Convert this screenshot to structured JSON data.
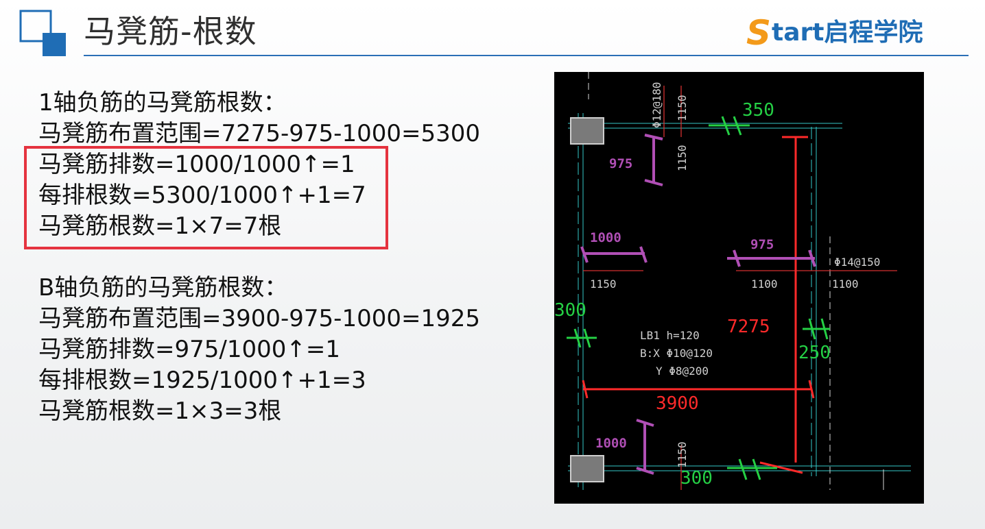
{
  "header": {
    "title": "马凳筋-根数",
    "brand_s": "S",
    "brand_rest": "tart启程学院"
  },
  "colors": {
    "brand_blue": "#1f6db5",
    "brand_orange": "#f39a1a",
    "highlight_red": "#e5333f",
    "dim_red": "#ff2a2a",
    "dim_green": "#25d045",
    "dim_purple": "#b04fb5"
  },
  "section1": {
    "heading": "1轴负筋的马凳筋根数：",
    "range": "马凳筋布置范围=7275-975-1000=5300",
    "rows": "马凳筋排数=1000/1000↑=1",
    "per_row": "每排根数=5300/1000↑+1=7",
    "total": "马凳筋根数=1×7=7根"
  },
  "section2": {
    "heading": "B轴负筋的马凳筋根数：",
    "range": "马凳筋布置范围=3900-975-1000=1925",
    "rows": "马凳筋排数=975/1000↑=1",
    "per_row": "每排根数=1925/1000↑+1=3",
    "total": "马凳筋根数=1×3=3根"
  },
  "drawing": {
    "rebar_top_label": "Φ12@180",
    "dim_1150_a": "1150",
    "dim_1150_b": "1150",
    "dim_1150_left": "1150",
    "dim_1150_bottom": "1150",
    "dim_1100_a": "1100",
    "dim_1100_b": "1100",
    "rebar_right_label": "Φ14@150",
    "slab_name": "LB1 h=120",
    "slab_bottom_x": "B:X Φ10@120",
    "slab_bottom_y": "Y Φ8@200",
    "green_350": "350",
    "green_300_left": "300",
    "green_250": "250",
    "green_300_bottom": "300",
    "purple_975_top": "975",
    "purple_1000_left": "1000",
    "purple_975_right": "975",
    "purple_1000_bottom": "1000",
    "red_7275": "7275",
    "red_3900": "3900"
  }
}
